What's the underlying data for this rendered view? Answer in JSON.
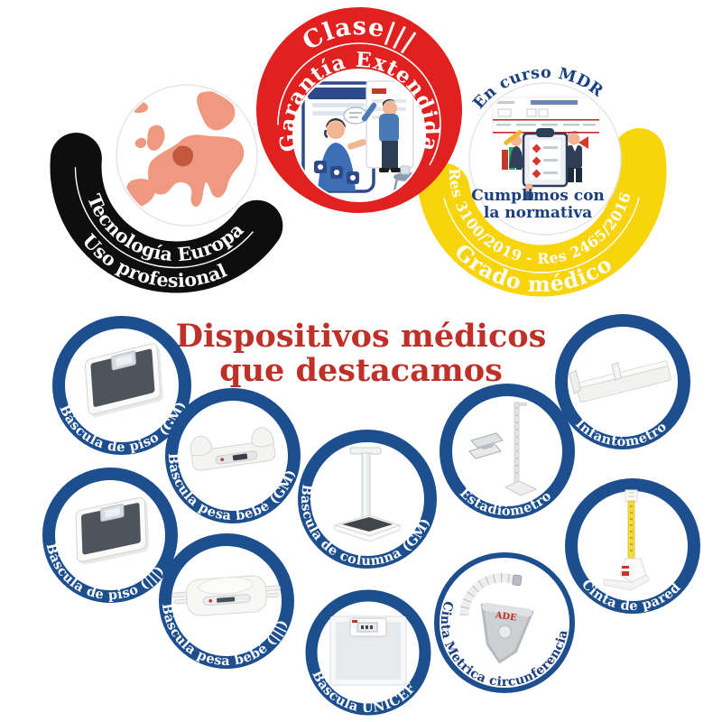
{
  "title": {
    "line1": "Dispositivos  médicos",
    "line2": "que destacamos",
    "color": "#bf3028"
  },
  "badges": {
    "europe": {
      "arc_text_inner": "Tecnología Europa",
      "arc_text_outer": "Uso profesional",
      "band_color": "#0e0e0e",
      "map_land_color": "#ef9a80",
      "map_highlight_color": "#c4583c"
    },
    "warranty": {
      "class_label": "Clase|||",
      "arc_label": "Garantía Extendida",
      "band_color": "#e02120"
    },
    "medical": {
      "top_label": "En curso MDR",
      "caption_line1": "Cumplimos con",
      "caption_line2": "la normativa",
      "arc_text_inner": "Res 3100/2019 - Res 2465/2016",
      "arc_text_outer": "Grado médico",
      "band_color": "#f7d40b",
      "text_color": "#1b3f7e"
    }
  },
  "products": {
    "ring_color": "#1d4f8f",
    "items": [
      {
        "label": "Báscula de piso (GM)"
      },
      {
        "label": "Báscula pesa bebé (GM)"
      },
      {
        "label": "Báscula de columna (GM)"
      },
      {
        "label": "Estadiómetro"
      },
      {
        "label": "Infantómetro"
      },
      {
        "label": "Báscula de piso (|||)"
      },
      {
        "label": "Báscula pesa bebé (|||)"
      },
      {
        "label": "Báscula UNICEF"
      },
      {
        "label": "Cinta Metrica circunferencia",
        "brand": "ADE"
      },
      {
        "label": "Cinta de pared"
      }
    ]
  }
}
